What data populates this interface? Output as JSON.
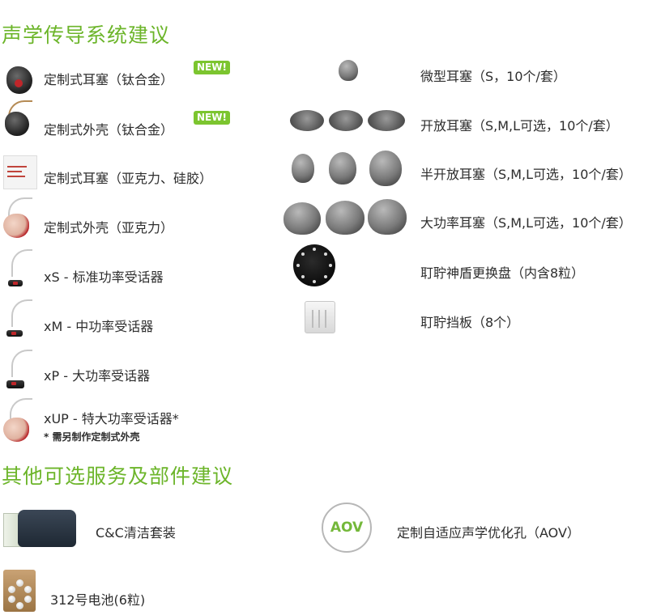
{
  "section1": {
    "title": "声学传导系统建议"
  },
  "left_items": [
    {
      "label": "定制式耳塞（钛合金）",
      "badge": "NEW!"
    },
    {
      "label": "定制式外壳（钛合金）",
      "badge": "NEW!"
    },
    {
      "label": "定制式耳塞（亚克力、硅胶）"
    },
    {
      "label": "定制式外壳（亚克力）"
    },
    {
      "label": "xS - 标准功率受话器"
    },
    {
      "label": "xM - 中功率受话器"
    },
    {
      "label": "xP - 大功率受话器"
    },
    {
      "label": "xUP - 特大功率受话器*",
      "note": "* 需另制作定制式外壳"
    }
  ],
  "right_items": [
    {
      "label": "微型耳塞（S，10个/套）"
    },
    {
      "label": "开放耳塞（S,M,L可选，10个/套）"
    },
    {
      "label": "半开放耳塞（S,M,L可选，10个/套）"
    },
    {
      "label": "大功率耳塞（S,M,L可选，10个/套）"
    },
    {
      "label": "耵聍神盾更换盘（内含8粒）"
    },
    {
      "label": "耵聍挡板（8个）"
    }
  ],
  "section2": {
    "title": "其他可选服务及部件建议"
  },
  "other_items": [
    {
      "label": "C&C清洁套装"
    },
    {
      "label": "定制自适应声学优化孔（AOV）",
      "logo_text": "AOV"
    },
    {
      "label": "312号电池(6粒)"
    }
  ],
  "colors": {
    "accent": "#6cb52a",
    "badge": "#7cc52f",
    "text": "#2d2d2d"
  },
  "icons": [
    "titanium-earmould-icon",
    "titanium-shell-icon",
    "acrylic-earmould-icon",
    "acrylic-shell-icon",
    "receiver-xs-icon",
    "receiver-xm-icon",
    "receiver-xp-icon",
    "receiver-xup-icon",
    "micro-dome-icon",
    "open-dome-icon",
    "semi-open-dome-icon",
    "power-dome-icon",
    "wax-guard-disc-icon",
    "wax-guard-icon",
    "cleaning-kit-icon",
    "aov-logo-icon",
    "battery-pack-icon"
  ]
}
